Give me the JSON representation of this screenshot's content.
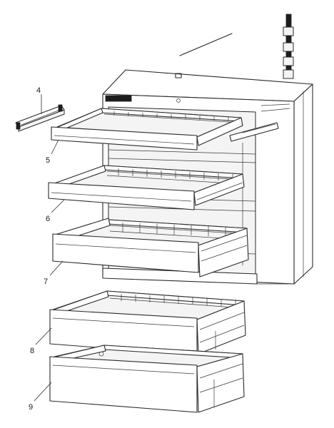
{
  "diagram": {
    "part_labels": [
      {
        "id": "4",
        "text": "4"
      },
      {
        "id": "5",
        "text": "5"
      },
      {
        "id": "6",
        "text": "6"
      },
      {
        "id": "7",
        "text": "7"
      },
      {
        "id": "8",
        "text": "8"
      },
      {
        "id": "9",
        "text": "9"
      }
    ]
  }
}
